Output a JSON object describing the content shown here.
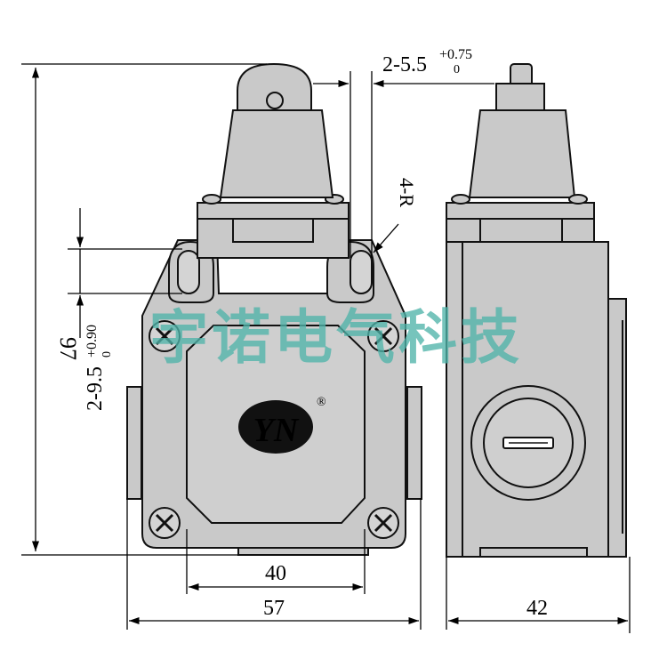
{
  "colors": {
    "body_fill": "#c9c9c9",
    "body_fill_light": "#d4d4d4",
    "outline": "#111111",
    "watermark": "#4fb3a9",
    "logo_fill": "#111111"
  },
  "dimensions": {
    "height_total": "97",
    "slot_width": "2-5.5",
    "slot_width_tol_upper": "+0.75",
    "slot_width_tol_lower": "0",
    "slot_length": "2-9.5",
    "slot_length_tol_upper": "+0.90",
    "slot_length_tol_lower": "0",
    "radius": "4-R",
    "hole_spacing": "40",
    "front_width": "57",
    "side_width": "42"
  },
  "logo": {
    "text": "YN",
    "registered_mark": "®",
    "icon": "yn-logo-icon"
  },
  "watermark": {
    "text": "宇诺电气科技"
  }
}
